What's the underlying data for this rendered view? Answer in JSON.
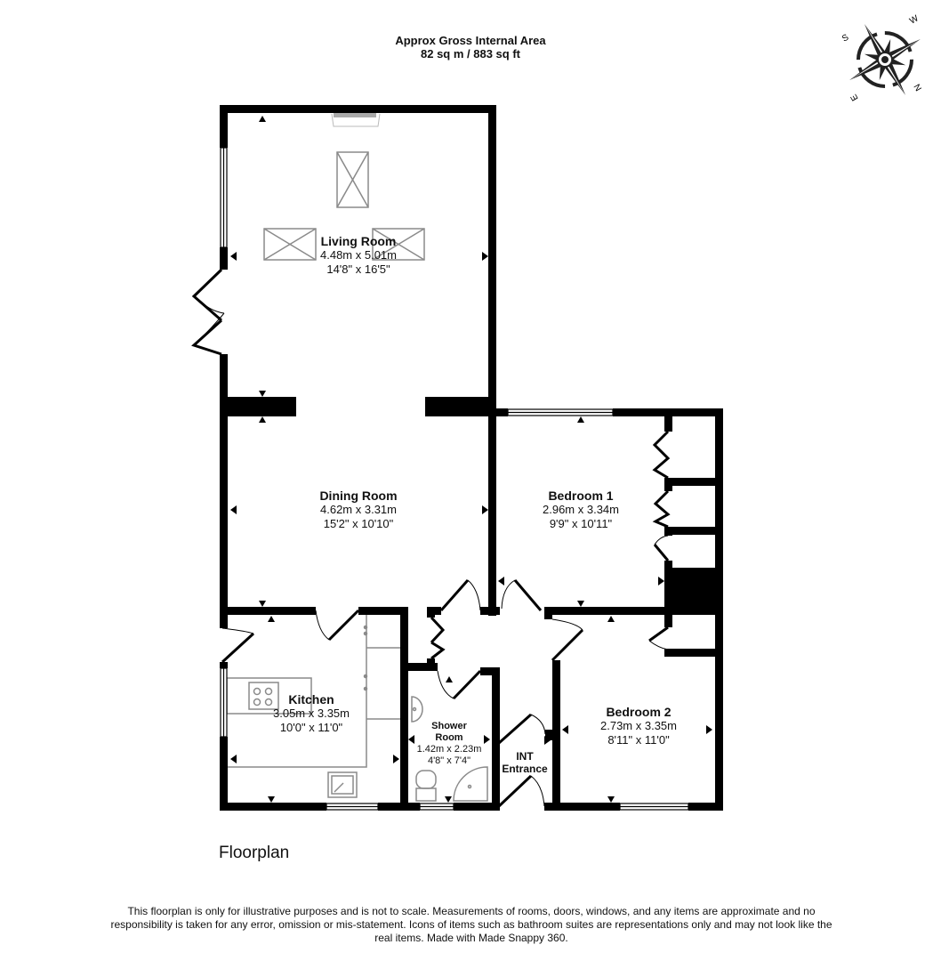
{
  "header": {
    "line1": "Approx Gross Internal Area",
    "line2": "82 sq m / 883 sq ft"
  },
  "compass": {
    "icon": "compass-rose-icon",
    "labels": {
      "W": "W",
      "N": "N",
      "E": "E",
      "S": "S"
    }
  },
  "rooms": [
    {
      "id": "living-room",
      "name": "Living Room",
      "metric": "4.48m x 5.01m",
      "imperial": "14'8\" x 16'5\""
    },
    {
      "id": "dining-room",
      "name": "Dining Room",
      "metric": "4.62m x 3.31m",
      "imperial": "15'2\" x 10'10\""
    },
    {
      "id": "bedroom-1",
      "name": "Bedroom 1",
      "metric": "2.96m x 3.34m",
      "imperial": "9'9\" x 10'11\""
    },
    {
      "id": "kitchen",
      "name": "Kitchen",
      "metric": "3.05m x 3.35m",
      "imperial": "10'0\" x 11'0\""
    },
    {
      "id": "shower-room",
      "name_line1": "Shower",
      "name_line2": "Room",
      "metric": "1.42m x 2.23m",
      "imperial": "4'8\" x 7'4\""
    },
    {
      "id": "bedroom-2",
      "name": "Bedroom 2",
      "metric": "2.73m x 3.35m",
      "imperial": "8'11\" x 11'0\""
    },
    {
      "id": "entrance",
      "name_line1": "INT",
      "name_line2": "Entrance"
    }
  ],
  "floor_title": "Floorplan",
  "disclaimer": "This floorplan is only for illustrative purposes and is not to scale. Measurements of rooms, doors, windows, and any items are approximate and no responsibility is taken for any error, omission or mis-statement. Icons of items such as bathroom suites are representations only and may not look like the real items. Made with Made Snappy 360.",
  "colors": {
    "wall": "#000000",
    "fixture": "#8a8a8a",
    "background": "#ffffff"
  }
}
